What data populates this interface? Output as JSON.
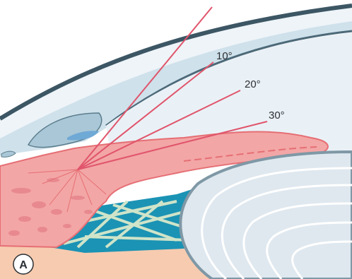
{
  "figure": {
    "panel_label": "A",
    "angles": [
      {
        "label": "10°"
      },
      {
        "label": "20°"
      },
      {
        "label": "30°"
      }
    ]
  },
  "colors": {
    "iris": "#f3a6a6",
    "iris_outline": "#e56f74",
    "angle_lines": "#e0556c",
    "cornea": "#c9dde8",
    "cornea_edge": "#4c6978",
    "lens": "#dfe8ef",
    "lens_outline": "#7f98a6",
    "aqueous_deep": "#1b93b4",
    "ciliary_fibers": "#cfe4c9",
    "sclera_base": "#f7cbb0"
  }
}
